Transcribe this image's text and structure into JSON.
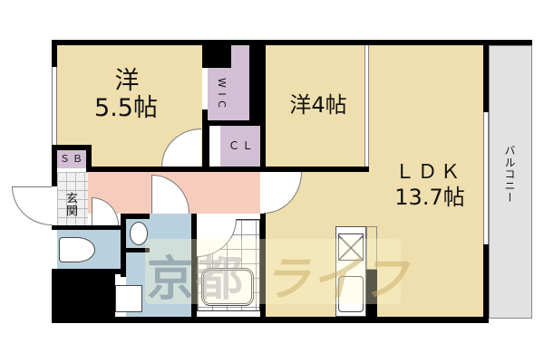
{
  "floor_plan": {
    "rooms": {
      "western_room_1": {
        "type": "洋",
        "size": "5.5帖"
      },
      "western_room_2": {
        "label": "洋4帖"
      },
      "ldk": {
        "type": "ＬＤＫ",
        "size": "13.7帖"
      },
      "wic": {
        "label": "W I C"
      },
      "closet": {
        "label": "ＣＬ"
      },
      "shoe_box": {
        "label": "ＳＢ"
      },
      "entrance": {
        "label": "玄関"
      },
      "balcony": {
        "label": "バルコニー"
      }
    },
    "watermark": {
      "left": "京",
      "middle": "都",
      "right": "ライフ"
    },
    "colors": {
      "room_yellow": "#efdfae",
      "storage_purple": "#d2bfd3",
      "hallway_pink": "#f6cdbc",
      "wet_area_blue": "#b9d1df",
      "balcony_gray": "#e2e2e2",
      "wall": "#000000"
    }
  }
}
